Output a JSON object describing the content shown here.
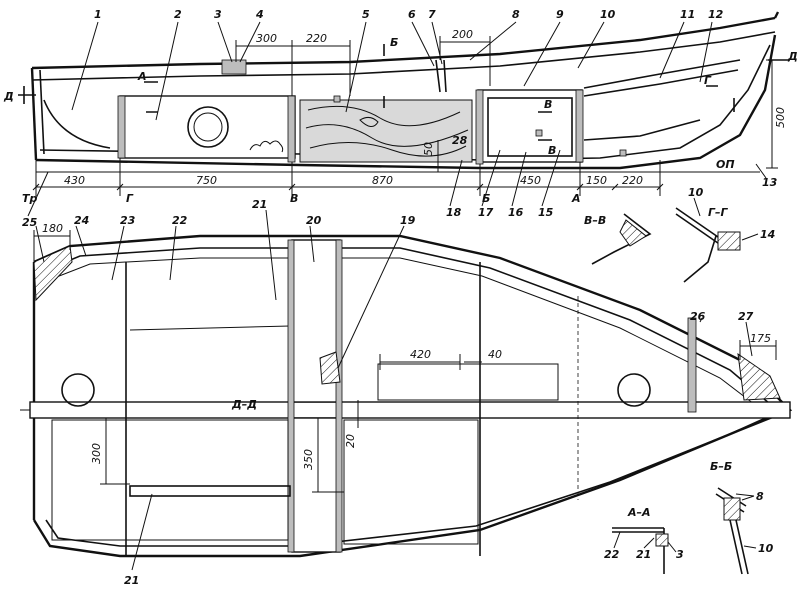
{
  "part_labels": {
    "p1": "1",
    "p2": "2",
    "p3": "3",
    "p4": "4",
    "p5": "5",
    "p6": "6",
    "p7": "7",
    "p8": "8",
    "p9": "9",
    "p10": "10",
    "p11": "11",
    "p12": "12",
    "p13": "13",
    "p14": "14",
    "p15": "15",
    "p16": "16",
    "p17": "17",
    "p18": "18",
    "p19": "19",
    "p20": "20",
    "p21": "21",
    "p22": "22",
    "p23": "23",
    "p24": "24",
    "p25": "25",
    "p26": "26",
    "p27": "27",
    "p28": "28"
  },
  "dimensions": {
    "d300_top": "300",
    "d220_top": "220",
    "d200_top": "200",
    "d430": "430",
    "d750": "750",
    "d870": "870",
    "d450": "450",
    "d150": "150",
    "d220_bottom": "220",
    "d500": "500",
    "d50": "50",
    "d180": "180",
    "d420": "420",
    "d40": "40",
    "d175": "175",
    "d300_plan": "300",
    "d350": "350",
    "d20": "20"
  },
  "station_marks": {
    "tr": "Тр",
    "g": "Г",
    "v": "В",
    "b": "Б",
    "a": "А",
    "op": "ОП"
  },
  "section_marks": {
    "d_left": "Д",
    "d_right": "Д",
    "a_cut": "А",
    "b_cut": "Б",
    "v_cut": "В",
    "v_cut2": "В",
    "g_cut": "Г"
  },
  "section_titles": {
    "v_v": "В–В",
    "g_g": "Г–Г",
    "d_d": "Д–Д",
    "a_a": "А–А",
    "b_b": "Б–Б"
  },
  "detail_labels": {
    "gg_10": "10",
    "gg_14": "14",
    "aa_22": "22",
    "aa_21": "21",
    "aa_3": "3",
    "bb_8": "8",
    "bb_10": "10"
  }
}
